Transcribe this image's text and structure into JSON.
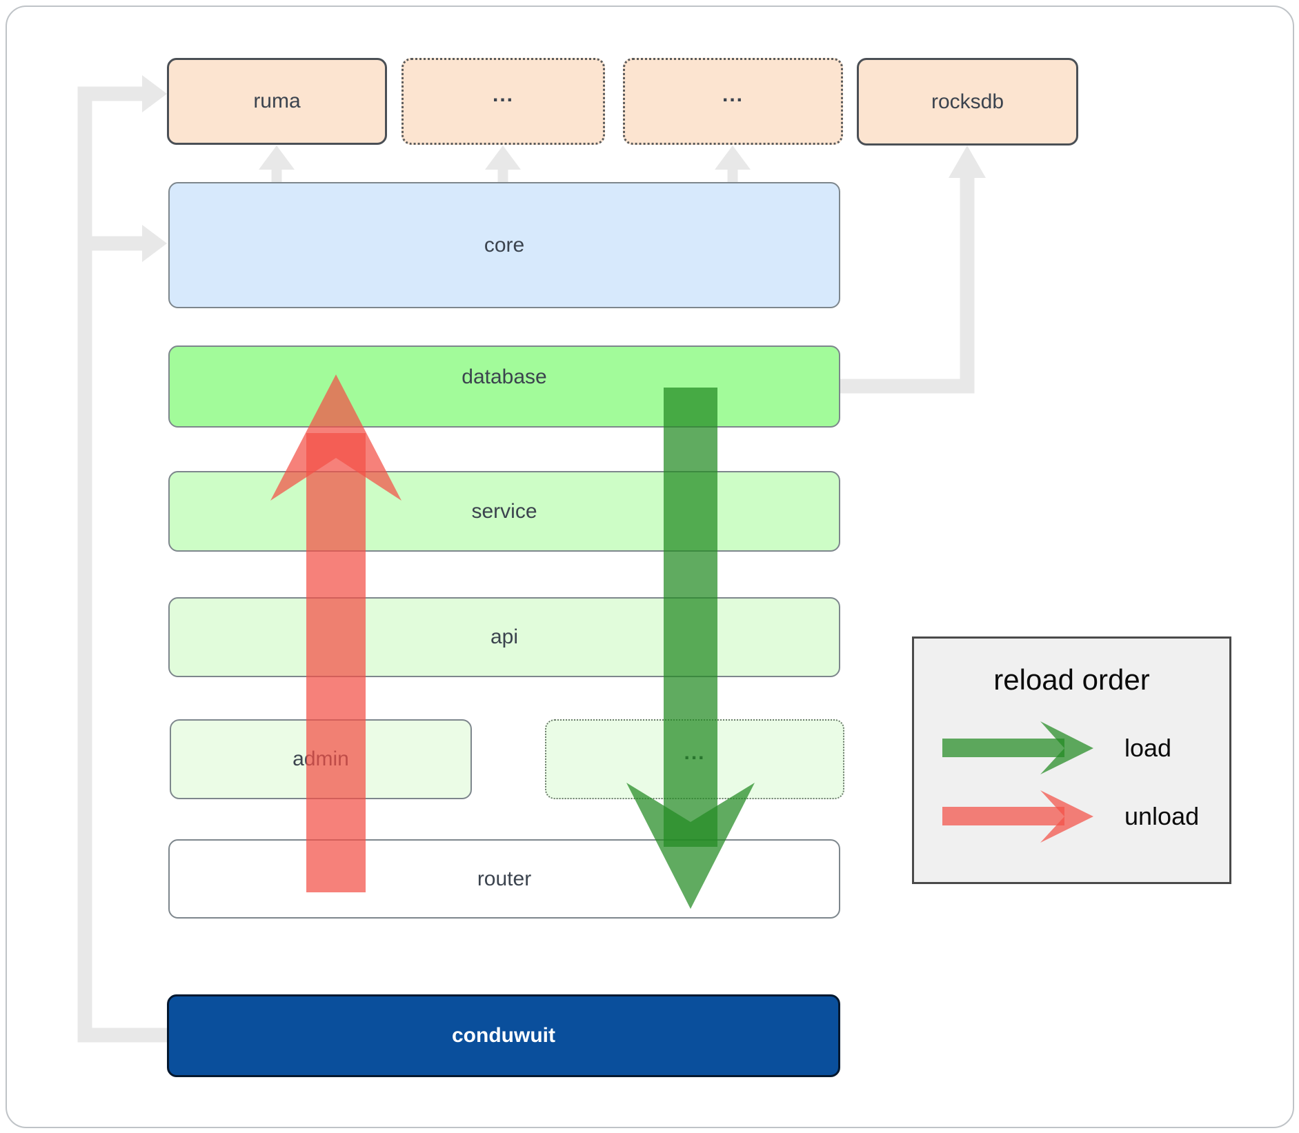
{
  "diagram": {
    "nodes": {
      "ruma": {
        "label": "ruma"
      },
      "ellipsis1": {
        "label": "..."
      },
      "ellipsis2": {
        "label": "..."
      },
      "rocksdb": {
        "label": "rocksdb"
      },
      "core": {
        "label": "core"
      },
      "database": {
        "label": "database"
      },
      "service": {
        "label": "service"
      },
      "api": {
        "label": "api"
      },
      "admin": {
        "label": "admin"
      },
      "ellipsis3": {
        "label": "..."
      },
      "router": {
        "label": "router"
      },
      "conduwuit": {
        "label": "conduwuit"
      }
    },
    "legend": {
      "title": "reload order",
      "items": [
        {
          "label": "load",
          "color": "green"
        },
        {
          "label": "unload",
          "color": "red"
        }
      ]
    },
    "colors": {
      "peach_fill": "#fce4d0",
      "peach_border": "#4a4f55",
      "blue_fill": "#d7e9fc",
      "green_db": "#a2fb9a",
      "green_service": "#cdfdc6",
      "green_api": "#e1fcdb",
      "green_admin": "#ebfce6",
      "green_ellipsis": "#eafce6",
      "navy_fill": "#0a4f9c",
      "box_border": "#7d868c",
      "label": "#3b434e",
      "connector": "#e8e8e8",
      "arrow_green": "#228b22",
      "arrow_red": "#f35046",
      "legend_bg": "#f0f0f0",
      "legend_border": "#4a4a4a"
    }
  }
}
